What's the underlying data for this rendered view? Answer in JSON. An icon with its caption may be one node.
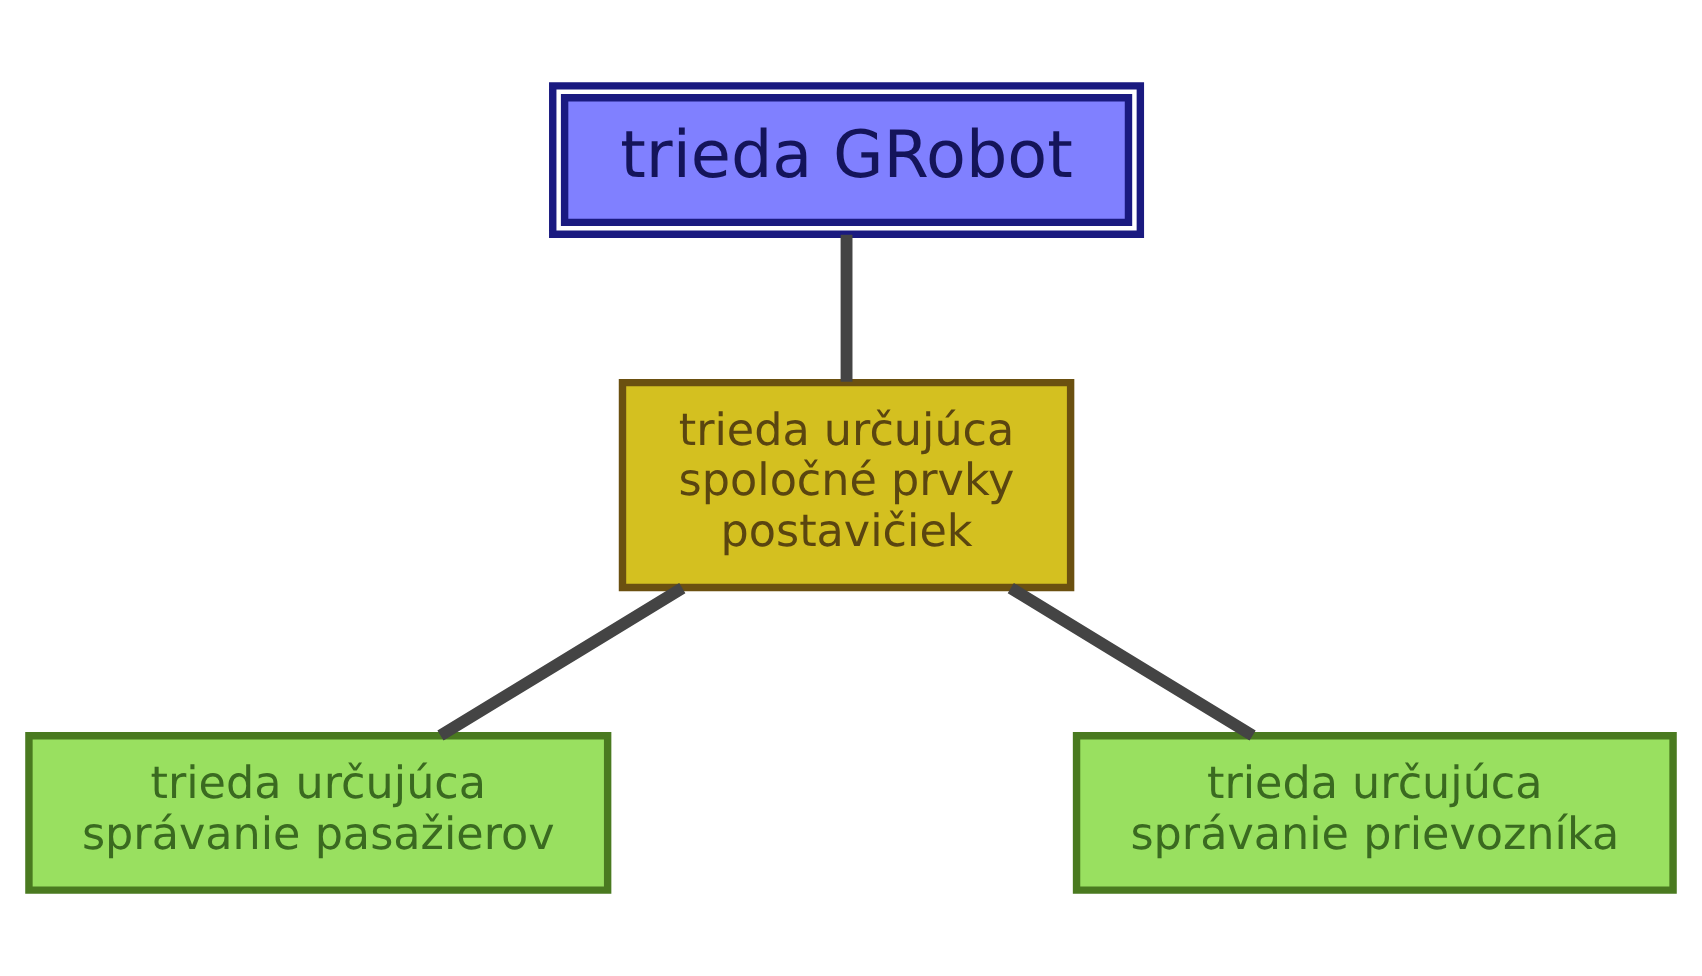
{
  "diagram": {
    "nodes": [
      {
        "text": [
          "trieda GRobot"
        ]
      },
      {
        "text": [
          "trieda určujúca spoločné prvky postavičiek"
        ]
      },
      {
        "text": [
          "trieda určujúca správanie pasažierov"
        ]
      },
      {
        "text": [
          "trieda určujúca správanie prievozníka"
        ]
      }
    ],
    "edges": [
      {
        "from": 0,
        "to": 1,
        "arrow": "none"
      },
      {
        "from": 1,
        "to": 2,
        "arrow": "none"
      },
      {
        "from": 1,
        "to": 3,
        "arrow": "none"
      }
    ]
  }
}
